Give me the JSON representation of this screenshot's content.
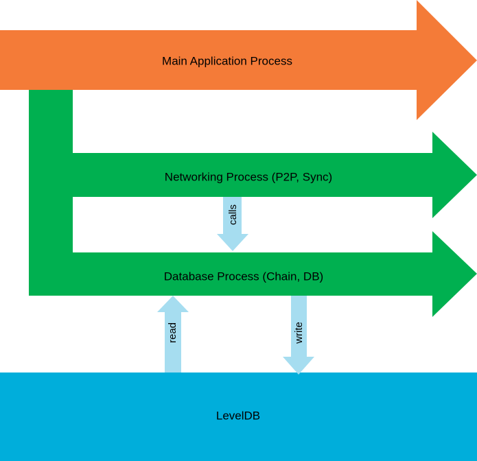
{
  "diagram": {
    "main_process": {
      "label": "Main Application Process",
      "color": "#F47B38"
    },
    "networking_process": {
      "label": "Networking Process (P2P, Sync)",
      "color": "#00B050"
    },
    "database_process": {
      "label": "Database Process (Chain, DB)",
      "color": "#00B050"
    },
    "storage": {
      "label": "LevelDB",
      "color": "#00AEDB"
    },
    "connectors": {
      "calls": {
        "label": "calls",
        "color": "#A6DDF0"
      },
      "read": {
        "label": "read",
        "color": "#A6DDF0"
      },
      "write": {
        "label": "write",
        "color": "#A6DDF0"
      }
    }
  }
}
